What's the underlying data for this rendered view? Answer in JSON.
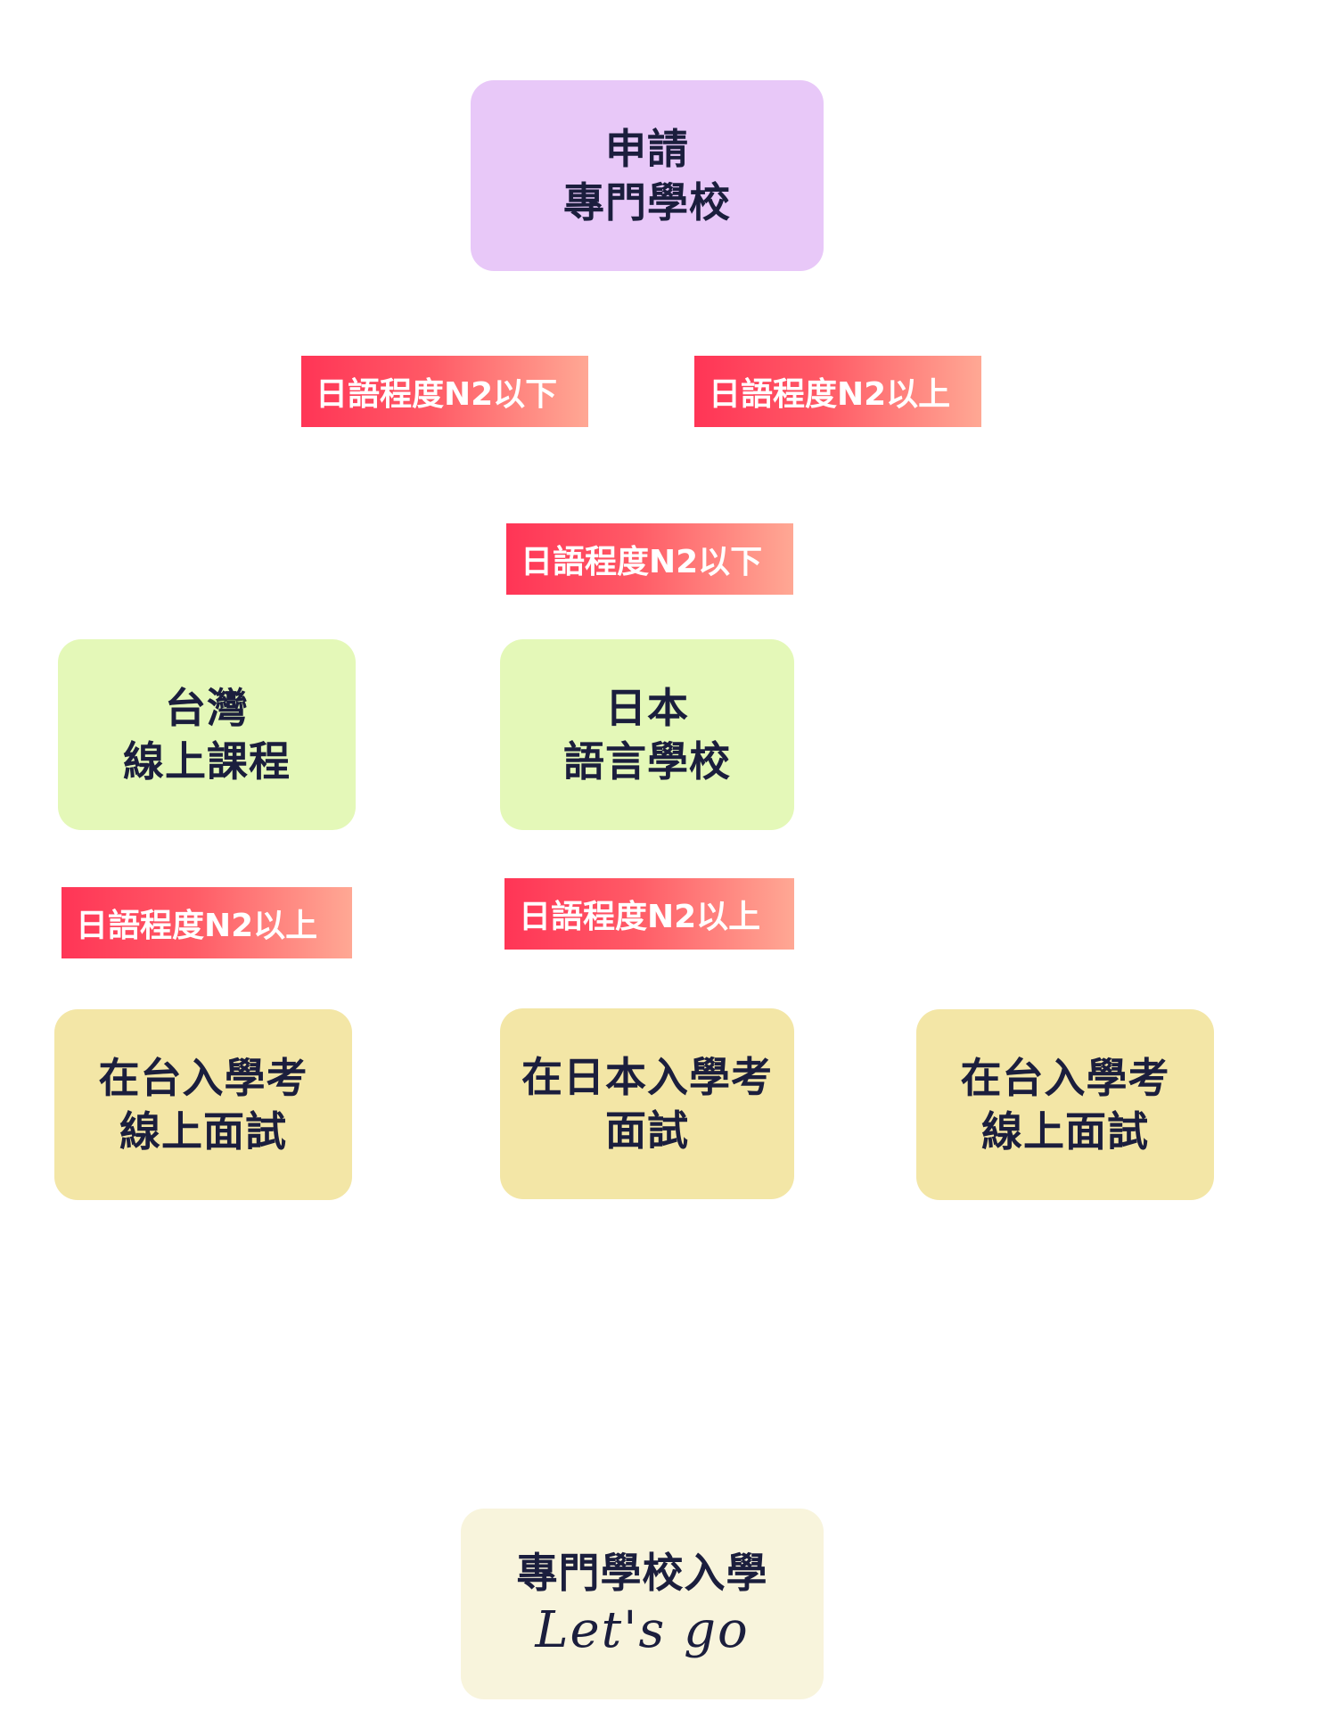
{
  "nodes": {
    "apply": {
      "line1": "申請",
      "line2": "專門學校"
    },
    "taiwan_online": {
      "line1": "台灣",
      "line2": "線上課程"
    },
    "japan_language": {
      "line1": "日本",
      "line2": "語言學校"
    },
    "exam_taiwan_left": {
      "line1": "在台入學考",
      "line2": "線上面試"
    },
    "exam_japan": {
      "line1": "在日本入學考",
      "line2": "面試"
    },
    "exam_taiwan_right": {
      "line1": "在台入學考",
      "line2": "線上面試"
    },
    "admission": {
      "line1": "專門學校入學",
      "line2": "Let's go"
    }
  },
  "tags": {
    "top_left": "日語程度N2以下",
    "top_right": "日語程度N2以上",
    "middle": "日語程度N2以下",
    "left_lower": "日語程度N2以上",
    "center_lower": "日語程度N2以上"
  },
  "colors": {
    "purple": "#e8c8f8",
    "green": "#e4f8b8",
    "yellow": "#f3e6a6",
    "cream": "#f8f4dc",
    "tag_start": "#ff3556",
    "tag_end": "#ffa894",
    "text": "#1b1e3d"
  }
}
